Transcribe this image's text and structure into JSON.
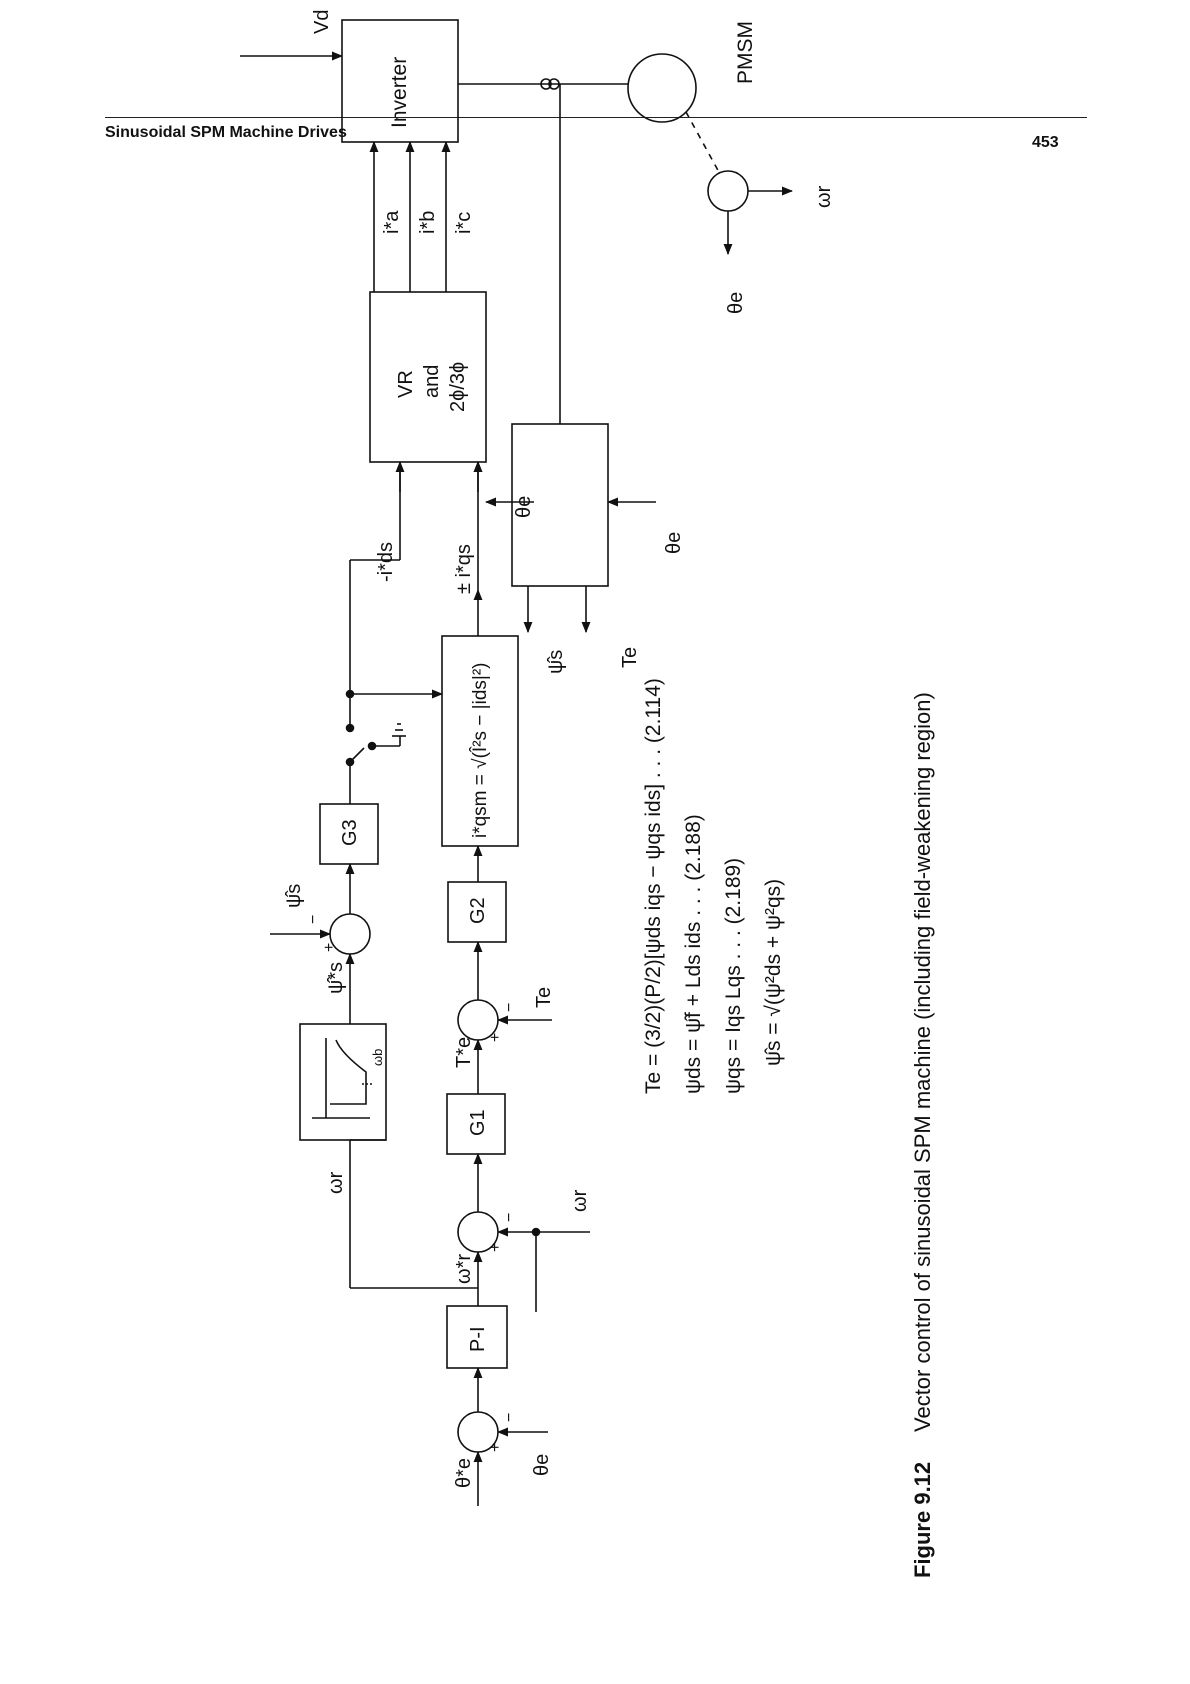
{
  "header": {
    "running_head": "Sinusoidal SPM Machine Drives",
    "page_number": "453"
  },
  "figure": {
    "number": "Figure 9.12",
    "caption": "Vector control of sinusoidal SPM machine (including field-weakening region)"
  },
  "blocks": {
    "pi": "P-I",
    "g1": "G1",
    "g2": "G2",
    "g3": "G3",
    "vr_line1": "VR",
    "vr_line2": "and",
    "vr_line3": "2ϕ/3ϕ",
    "inverter": "Inverter",
    "motor": "PMSM",
    "iqsm_expr": "i*qsm = √(Î²s − |ids|²)"
  },
  "signals": {
    "theta_e_ref": "θ*e",
    "theta_e": "θe",
    "omega_r_ref": "ω*r",
    "omega_r": "ωr",
    "psi_s_ref": "ψ̂*s",
    "psi_s_hat": "ψ̂s",
    "te_ref": "T*e",
    "te": "Te",
    "ids_ref": "-i*ds",
    "iqs_ref": "± i*qs",
    "ia_ref": "i*a",
    "ib_ref": "i*b",
    "ic_ref": "i*c",
    "vd": "Vd",
    "omega_b": "ωb",
    "plus": "+",
    "minus": "−"
  },
  "equations": [
    "Te = (3/2)(P/2)[ψds iqs − ψqs ids] . . . (2.114)",
    "ψds = ψ̂f + Lds ids . . . (2.188)",
    "ψqs = Iqs Lqs . . . (2.189)",
    "ψ̂s = √(ψ²ds + ψ²qs)"
  ]
}
